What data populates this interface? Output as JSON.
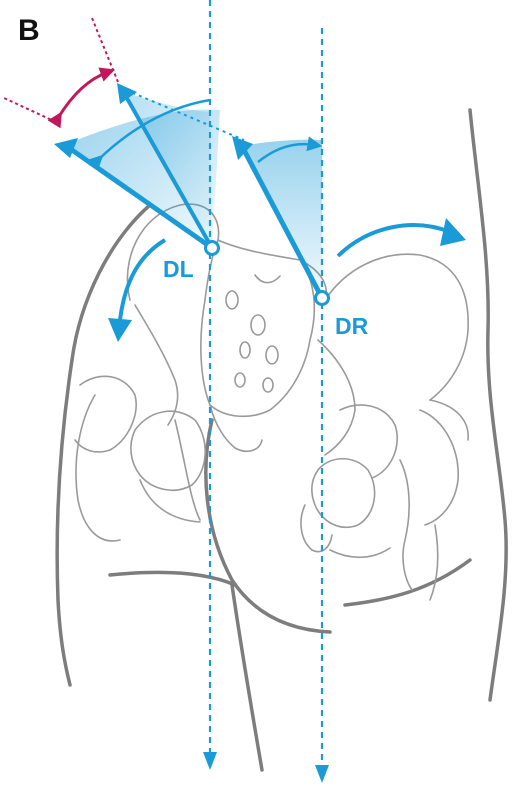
{
  "figure": {
    "panel_letter": "B",
    "left_point_label": "DL",
    "right_point_label": "DR"
  },
  "colors": {
    "accent": "#1a9bd7",
    "angle_arc": "#c2185b",
    "outline": "#8a8a8a",
    "label": "#1a9bd7",
    "panel_letter": "#111111"
  }
}
